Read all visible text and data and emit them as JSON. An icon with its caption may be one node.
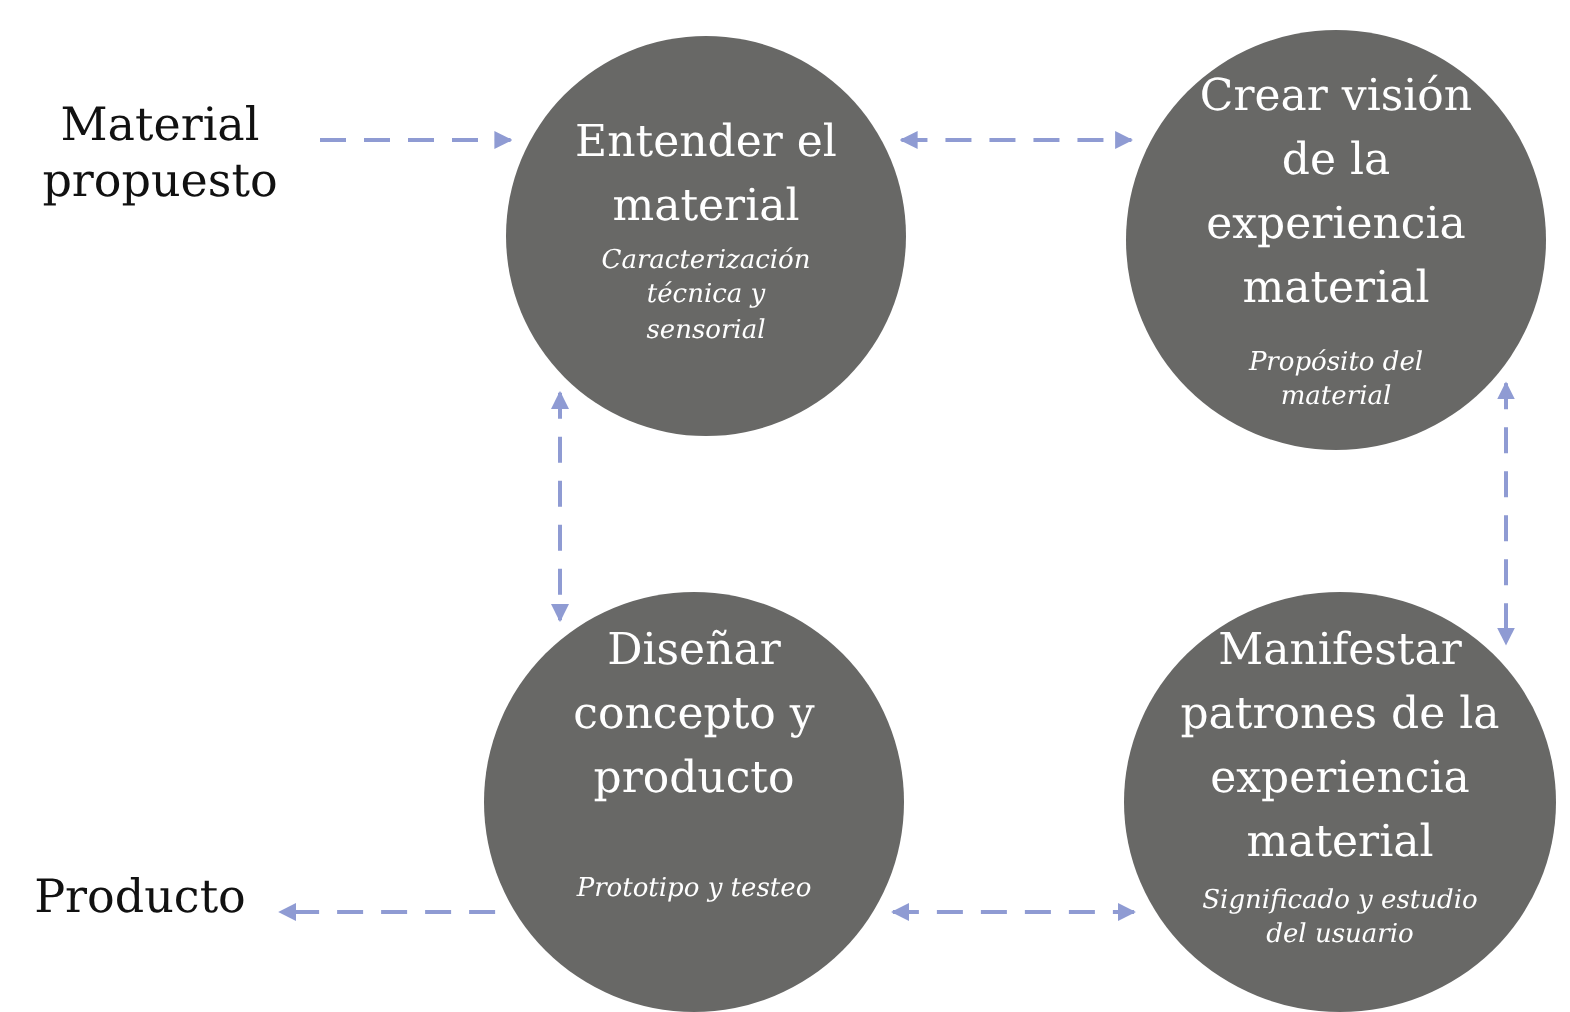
{
  "diagram": {
    "nodes": [
      {
        "text": [
          "Material propuesto"
        ]
      },
      {
        "text": [
          "Entender el material",
          "Caracterización técnica y sensorial"
        ]
      },
      {
        "text": [
          "Crear visión de la experiencia material",
          "Propósito del material"
        ]
      },
      {
        "text": [
          "Diseñar concepto y producto",
          "Prototipo y testeo"
        ]
      },
      {
        "text": [
          "Manifestar patrones de la experiencia material",
          "Significado y estudio del usuario"
        ]
      },
      {
        "text": [
          "Producto"
        ]
      }
    ],
    "edges": [
      {
        "from": 0,
        "to": 1,
        "arrow": "to",
        "style": "dashed"
      },
      {
        "from": 1,
        "to": 2,
        "arrow": "both",
        "style": "dashed"
      },
      {
        "from": 1,
        "to": 3,
        "arrow": "both",
        "style": "dashed"
      },
      {
        "from": 2,
        "to": 4,
        "arrow": "both",
        "style": "dashed"
      },
      {
        "from": 3,
        "to": 4,
        "arrow": "both",
        "style": "dashed"
      },
      {
        "from": 3,
        "to": 5,
        "arrow": "to",
        "style": "dashed"
      }
    ]
  }
}
